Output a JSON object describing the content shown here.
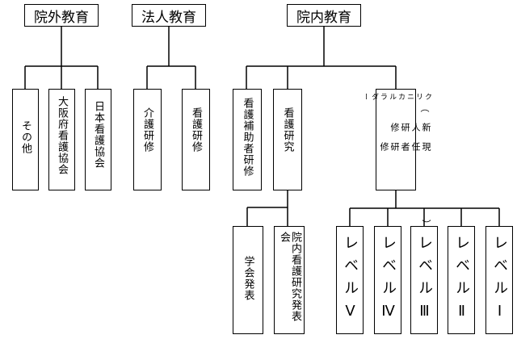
{
  "headers": {
    "external": "院外教育",
    "corporate": "法人教育",
    "internal": "院内教育"
  },
  "external_items": {
    "other": "その他",
    "osaka": "大阪府看護協会",
    "japan": "日本看護協会"
  },
  "corporate_items": {
    "care": "介護研修",
    "nursing": "看護研修"
  },
  "internal_items": {
    "assistant": "看護補助者研修",
    "research": "看護研究",
    "ladder": {
      "title": "クリニカルラダー",
      "bracket_open": "（",
      "new_staff": "新人研修",
      "current_staff": "現任者研修",
      "bracket_close": "）"
    }
  },
  "research_items": {
    "conference": "学会発表",
    "in_house": "院内看護研究発表会"
  },
  "levels": {
    "v": "レベルⅤ",
    "iv": "レベルⅣ",
    "iii": "レベルⅢ",
    "ii": "レベルⅡ",
    "i": "レベルⅠ"
  }
}
